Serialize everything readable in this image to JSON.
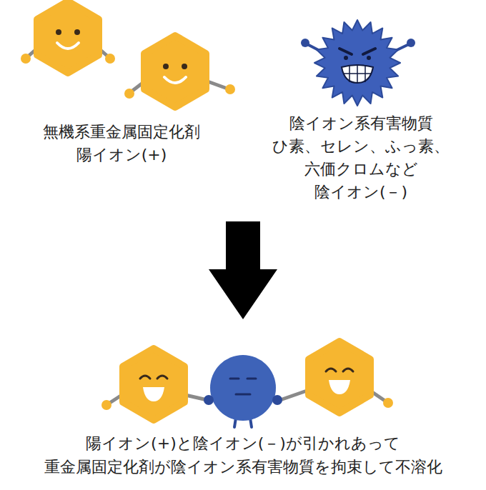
{
  "diagram": {
    "labels": [
      "無機系重金属固定化剤",
      "陽イオン(+)",
      "陰イオン系有害物質",
      "ひ素、セレン、ふっ素、",
      "六価クロムなど",
      "陰イオン(－)",
      "陽イオン(+)と陰イオン(－)が引かれあって",
      "重金属固定化剤が陰イオン系有害物質を拘束して不溶化"
    ]
  }
}
